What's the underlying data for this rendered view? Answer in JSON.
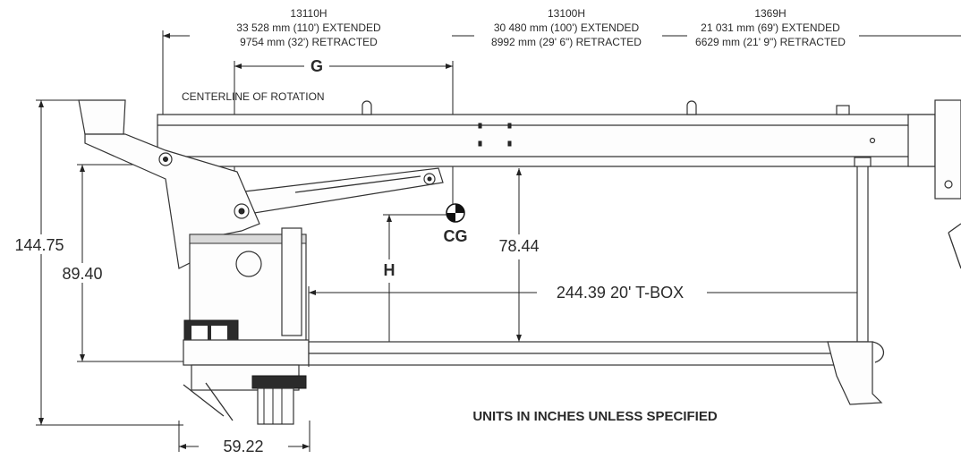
{
  "models": [
    {
      "name": "13110H",
      "extended": "33 528 mm (110') EXTENDED",
      "retracted": "9754 mm (32') RETRACTED"
    },
    {
      "name": "13100H",
      "extended": "30 480 mm (100') EXTENDED",
      "retracted": "8992 mm (29' 6\") RETRACTED"
    },
    {
      "name": "1369H",
      "extended": "21 031 mm (69') EXTENDED",
      "retracted": "6629 mm (21' 9\") RETRACTED"
    }
  ],
  "labels": {
    "g": "G",
    "h": "H",
    "cg": "CG",
    "centerline": "CENTERLINE OF ROTATION",
    "overall_height": "144.75",
    "pivot_height": "89.40",
    "box_height": "78.44",
    "box_length": "244.39 20' T-BOX",
    "base_width": "59.22",
    "units_note": "UNITS IN INCHES UNLESS SPECIFIED"
  },
  "colors": {
    "line": "#222222",
    "fill": "#fdfdfd",
    "dark": "#2b2b2b"
  }
}
